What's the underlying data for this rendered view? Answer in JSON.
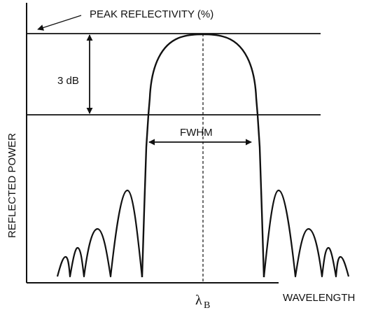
{
  "labels": {
    "peak_reflectivity": "PEAK REFLECTIVITY (%)",
    "y_axis": "REFLECTED POWER",
    "x_axis": "WAVELENGTH",
    "three_db": "3 dB",
    "fwhm": "FWHM",
    "bragg_symbol": "λ",
    "bragg_subscript": "B"
  },
  "colors": {
    "ink": "#111111",
    "background": "#ffffff"
  }
}
